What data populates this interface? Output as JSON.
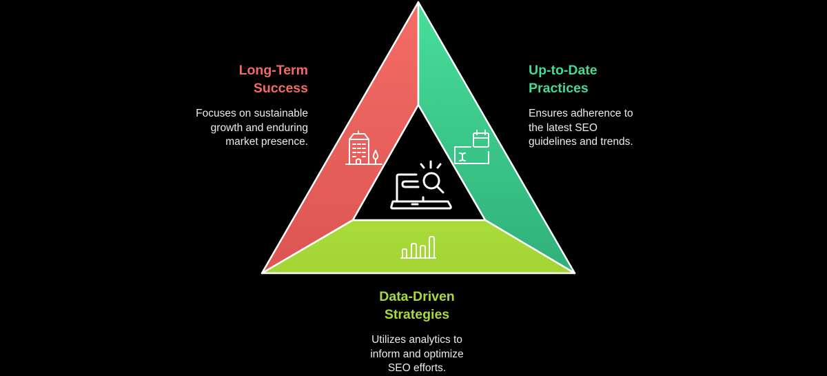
{
  "colors": {
    "background": "#000000",
    "long_term": "#f26a66",
    "up_to_date": "#45d994",
    "data_driven": "#a8d93d",
    "outline": "#ffffff"
  },
  "center": {
    "icon": "laptop-search-icon"
  },
  "segments": [
    {
      "id": "long-term-success",
      "title_line1": "Long-Term",
      "title_line2": "Success",
      "desc_line1": "Focuses on sustainable",
      "desc_line2": "growth and enduring",
      "desc_line3": "market presence.",
      "icon": "building-icon",
      "color": "#f26a66"
    },
    {
      "id": "up-to-date-practices",
      "title_line1": "Up-to-Date",
      "title_line2": "Practices",
      "desc_line1": "Ensures adherence to",
      "desc_line2": "the latest SEO",
      "desc_line3": "guidelines and trends.",
      "icon": "calendar-update-icon",
      "color": "#45d994"
    },
    {
      "id": "data-driven-strategies",
      "title_line1": "Data-Driven",
      "title_line2": "Strategies",
      "desc_line1": "Utilizes analytics to",
      "desc_line2": "inform and optimize",
      "desc_line3": "SEO efforts.",
      "icon": "bar-chart-icon",
      "color": "#a8d93d"
    }
  ]
}
